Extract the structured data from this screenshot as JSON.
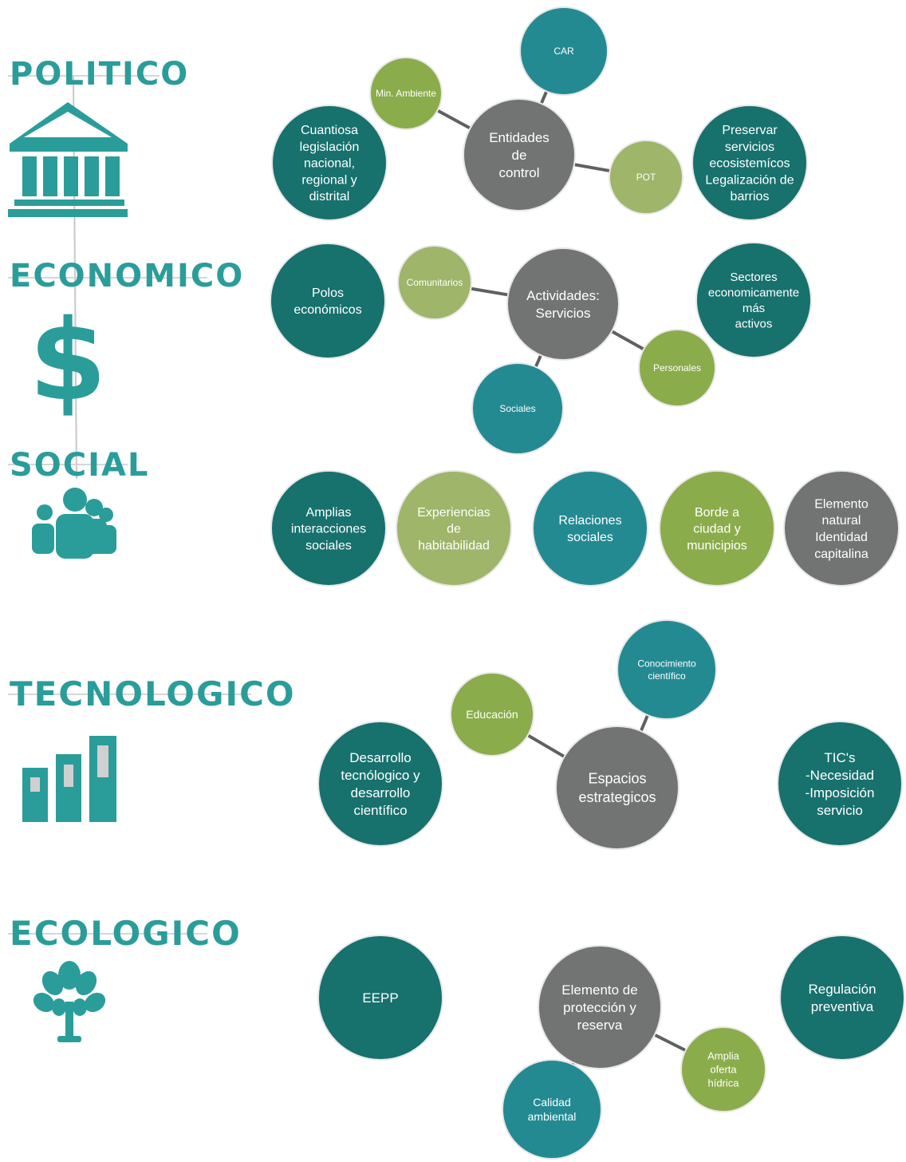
{
  "colors": {
    "dark_teal": "#17716d",
    "teal": "#248a92",
    "green": "#8bac4a",
    "light_green": "#9eb56a",
    "gray": "#727474",
    "title_teal": "#2a9d9a",
    "connector": "#5f6161"
  },
  "sections": [
    {
      "key": "politico",
      "title": "POLITICO",
      "icon": "government-building-icon",
      "nodes": [
        {
          "id": "cuantiosa",
          "color": "dark_teal",
          "lines": [
            "Cuantiosa",
            "legislación",
            "nacional,",
            "regional y",
            "distrital"
          ]
        },
        {
          "id": "min-ambiente",
          "color": "green",
          "lines": [
            "Min. Ambiente"
          ]
        },
        {
          "id": "car",
          "color": "teal",
          "lines": [
            "CAR"
          ]
        },
        {
          "id": "entidades",
          "color": "gray",
          "lines": [
            "Entidades",
            "de",
            "control"
          ]
        },
        {
          "id": "pot",
          "color": "light_green",
          "lines": [
            "POT"
          ]
        },
        {
          "id": "preservar",
          "color": "dark_teal",
          "lines": [
            "Preservar",
            "servicios",
            "ecosistemícos",
            "Legalización de",
            "barrios"
          ]
        }
      ]
    },
    {
      "key": "economico",
      "title": "ECONOMICO",
      "icon": "dollar-sign-icon",
      "nodes": [
        {
          "id": "polos",
          "color": "dark_teal",
          "lines": [
            "Polos",
            "económicos"
          ]
        },
        {
          "id": "comunitarios",
          "color": "light_green",
          "lines": [
            "Comunitarios"
          ]
        },
        {
          "id": "actividades",
          "color": "gray",
          "lines": [
            "Actividades:",
            "Servicios"
          ]
        },
        {
          "id": "sectores",
          "color": "dark_teal",
          "lines": [
            "Sectores",
            "economicamente",
            "más",
            "activos"
          ]
        },
        {
          "id": "personales",
          "color": "green",
          "lines": [
            "Personales"
          ]
        },
        {
          "id": "sociales-eco",
          "color": "teal",
          "lines": [
            "Sociales"
          ]
        }
      ]
    },
    {
      "key": "social",
      "title": "SOCIAL",
      "icon": "people-group-icon",
      "nodes": [
        {
          "id": "amplias",
          "color": "dark_teal",
          "lines": [
            "Amplias",
            "interacciones",
            "sociales"
          ]
        },
        {
          "id": "experiencias",
          "color": "light_green",
          "lines": [
            "Experiencias",
            "de",
            "habitabilidad"
          ]
        },
        {
          "id": "relaciones",
          "color": "teal",
          "lines": [
            "Relaciones",
            "sociales"
          ]
        },
        {
          "id": "borde",
          "color": "green",
          "lines": [
            "Borde a",
            "ciudad y",
            "municipios"
          ]
        },
        {
          "id": "elemento-natural",
          "color": "gray",
          "lines": [
            "Elemento",
            "natural",
            "Identidad",
            "capitalina"
          ]
        }
      ]
    },
    {
      "key": "tecnologico",
      "title": "TECNOLOGICO",
      "icon": "bar-chart-icon",
      "nodes": [
        {
          "id": "desarrollo",
          "color": "dark_teal",
          "lines": [
            "Desarrollo",
            "tecnólogico y",
            "desarrollo",
            "científico"
          ]
        },
        {
          "id": "educacion",
          "color": "green",
          "lines": [
            "Educación"
          ]
        },
        {
          "id": "conocimiento",
          "color": "teal",
          "lines": [
            "Conocimiento",
            "científico"
          ]
        },
        {
          "id": "espacios",
          "color": "gray",
          "lines": [
            "Espacios",
            "estrategicos"
          ]
        },
        {
          "id": "tics",
          "color": "dark_teal",
          "lines": [
            "TIC's",
            "-Necesidad",
            "-Imposición",
            "servicio"
          ]
        }
      ]
    },
    {
      "key": "ecologico",
      "title": "ECOLOGICO",
      "icon": "tree-icon",
      "nodes": [
        {
          "id": "eepp",
          "color": "dark_teal",
          "lines": [
            "EEPP"
          ]
        },
        {
          "id": "elemento-proteccion",
          "color": "gray",
          "lines": [
            "Elemento de",
            "protección y",
            "reserva"
          ]
        },
        {
          "id": "regulacion",
          "color": "dark_teal",
          "lines": [
            "Regulación",
            "preventiva"
          ]
        },
        {
          "id": "amplia-oferta",
          "color": "green",
          "lines": [
            "Amplia",
            "oferta",
            "hídrica"
          ]
        },
        {
          "id": "calidad",
          "color": "teal",
          "lines": [
            "Calidad",
            "ambiental"
          ]
        }
      ]
    }
  ],
  "connections": [
    [
      "min-ambiente",
      "entidades"
    ],
    [
      "car",
      "entidades"
    ],
    [
      "pot",
      "entidades"
    ],
    [
      "comunitarios",
      "actividades"
    ],
    [
      "personales",
      "actividades"
    ],
    [
      "sociales-eco",
      "actividades"
    ],
    [
      "educacion",
      "espacios"
    ],
    [
      "conocimiento",
      "espacios"
    ],
    [
      "amplia-oferta",
      "elemento-proteccion"
    ],
    [
      "calidad",
      "elemento-proteccion"
    ]
  ]
}
